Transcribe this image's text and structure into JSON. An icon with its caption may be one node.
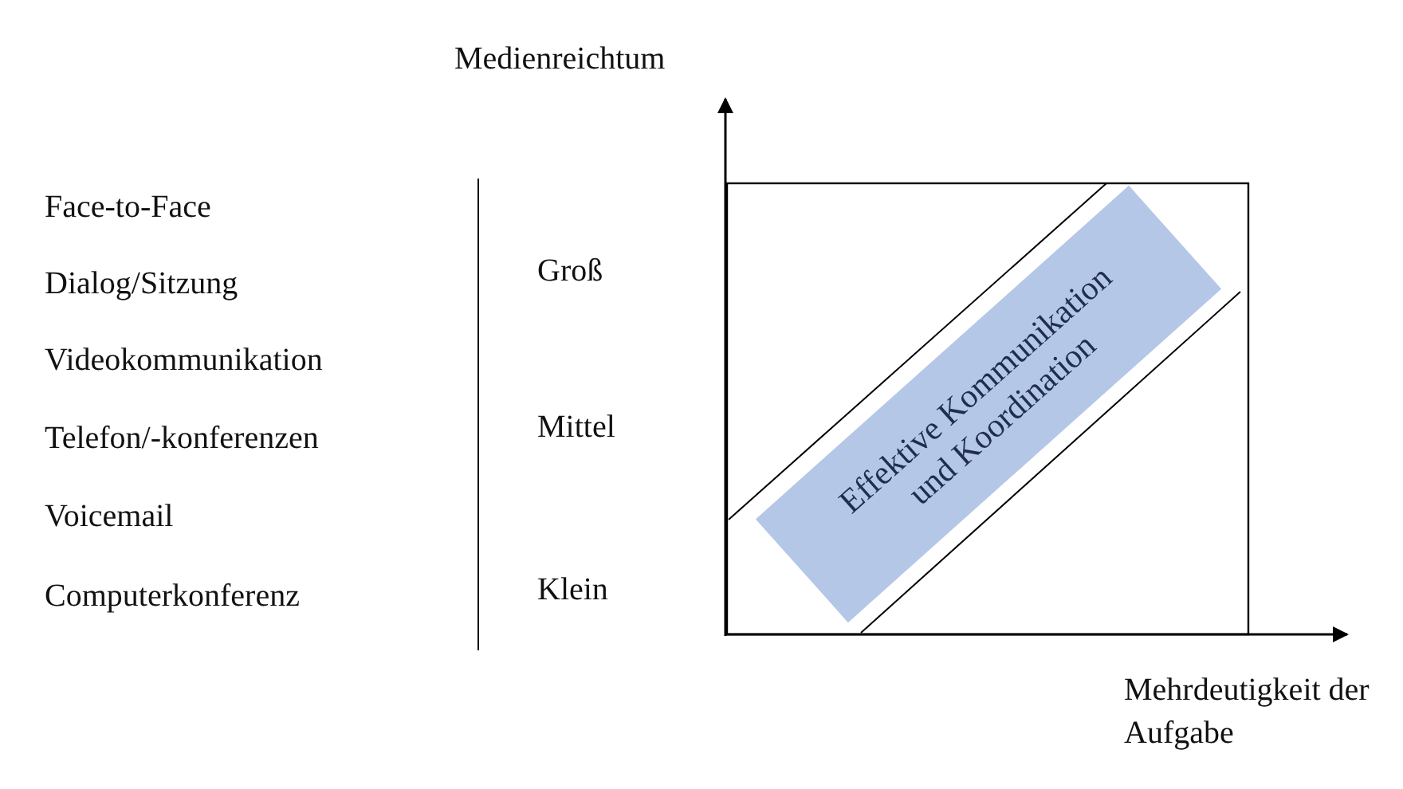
{
  "diagram": {
    "nodes": [
      {
        "text": [
          "Effektive Kommunikation und Koordination"
        ]
      }
    ],
    "labels": [
      "Medienreichtum",
      "Face-to-Face",
      "Dialog/Sitzung",
      "Videokommunikation",
      "Telefon/-konferenzen",
      "Voicemail",
      "Computerkonferenz",
      "Groß",
      "Mittel",
      "Klein",
      "Mehrdeutigkeit der Aufgabe"
    ]
  }
}
